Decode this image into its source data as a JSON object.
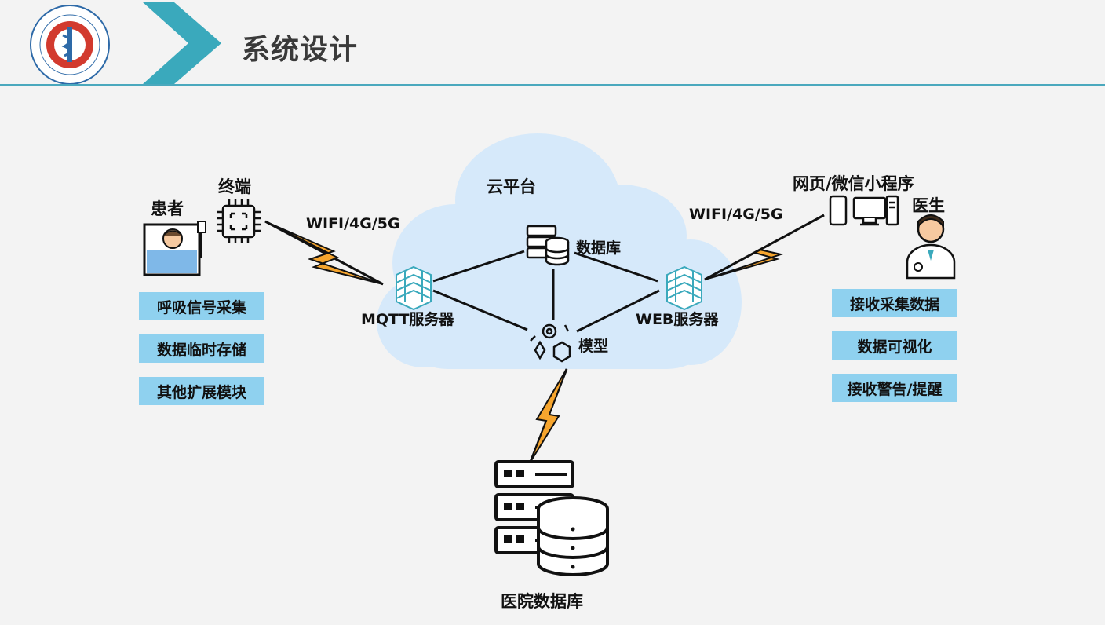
{
  "header": {
    "title": "系统设计"
  },
  "diagram": {
    "cloud_label": "云平台",
    "nodes": {
      "patient": "患者",
      "terminal": "终端",
      "link_left": "WIFI/4G/5G",
      "link_right": "WIFI/4G/5G",
      "mqtt_server": "MQTT服务器",
      "database": "数据库",
      "model": "模型",
      "web_server": "WEB服务器",
      "web_app": "网页/微信小程序",
      "doctor": "医生",
      "hospital_db": "医院数据库"
    },
    "patient_functions": [
      "呼吸信号采集",
      "数据临时存储",
      "其他扩展模块"
    ],
    "doctor_functions": [
      "接收采集数据",
      "数据可视化",
      "接收警告/提醒"
    ]
  },
  "colors": {
    "accent_teal": "#3aa9bc",
    "cloud_fill": "#d6e9fa",
    "function_box": "#8fd1ef",
    "lightning_fill": "#f6a52e"
  }
}
